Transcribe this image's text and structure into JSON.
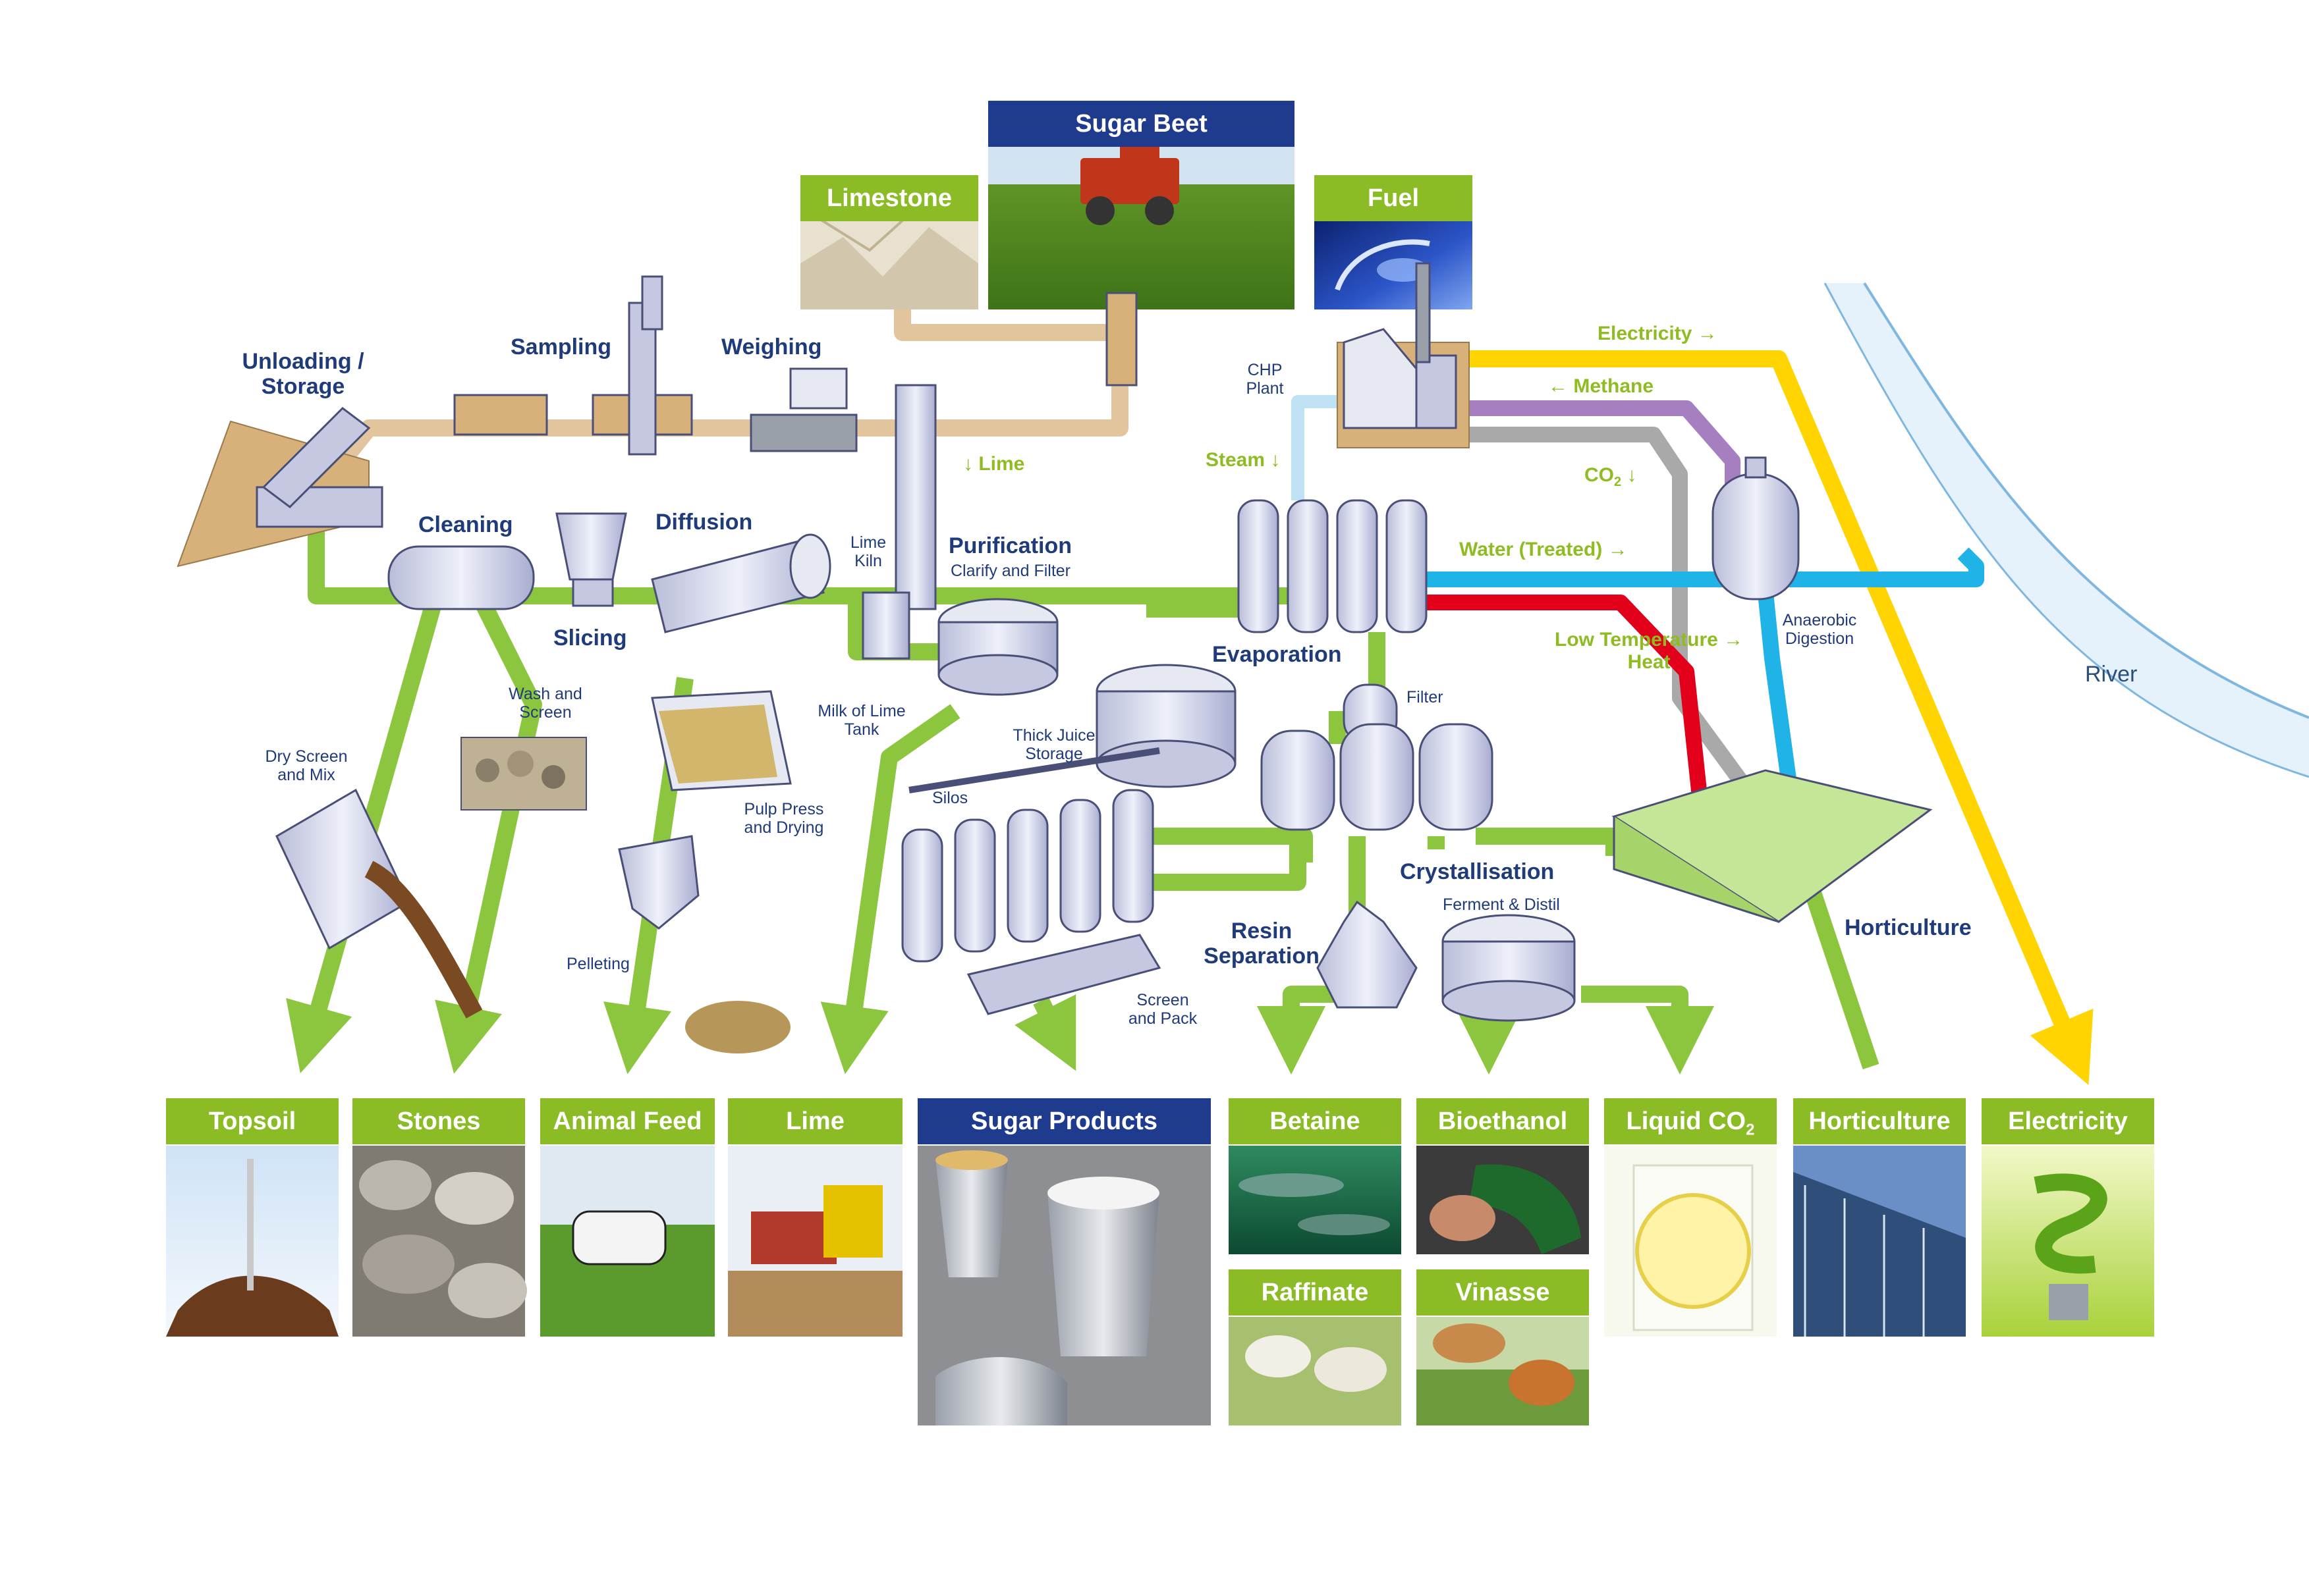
{
  "inputs": {
    "sugar_beet": "Sugar Beet",
    "limestone": "Limestone",
    "fuel": "Fuel"
  },
  "process": {
    "unloading": "Unloading /",
    "storage": "Storage",
    "sampling": "Sampling",
    "weighing": "Weighing",
    "cleaning": "Cleaning",
    "diffusion": "Diffusion",
    "slicing": "Slicing",
    "wash_screen_1": "Wash and",
    "wash_screen_2": "Screen",
    "dry_screen_1": "Dry Screen",
    "dry_screen_2": "and Mix",
    "pulp_press_1": "Pulp Press",
    "pulp_press_2": "and Drying",
    "pelleting": "Pelleting",
    "lime": "Lime",
    "lime_kiln_1": "Lime",
    "lime_kiln_2": "Kiln",
    "purification": "Purification",
    "clarify": "Clarify and Filter",
    "milk_of_lime_1": "Milk of Lime",
    "milk_of_lime_2": "Tank",
    "thick_juice_1": "Thick Juice",
    "thick_juice_2": "Storage",
    "silos": "Silos",
    "screen_pack_1": "Screen",
    "screen_pack_2": "and Pack",
    "evaporation": "Evaporation",
    "filter": "Filter",
    "crystallisation": "Crystallisation",
    "ferment": "Ferment & Distil",
    "resin_1": "Resin",
    "resin_2": "Separation",
    "chp_1": "CHP",
    "chp_2": "Plant",
    "steam": "Steam",
    "electricity": "Electricity",
    "methane": "Methane",
    "co2": "CO",
    "co2_sub": "2",
    "water_treated": "Water (Treated)",
    "low_temp_1": "Low Temperature",
    "low_temp_2": "Heat",
    "anaerobic_1": "Anaerobic",
    "anaerobic_2": "Digestion",
    "horticulture": "Horticulture",
    "river": "River"
  },
  "outputs": {
    "topsoil": "Topsoil",
    "stones": "Stones",
    "animal_feed": "Animal Feed",
    "lime": "Lime",
    "sugar_products": "Sugar Products",
    "betaine": "Betaine",
    "bioethanol": "Bioethanol",
    "liquid_co2": "Liquid CO",
    "liquid_co2_sub": "2",
    "horticulture": "Horticulture",
    "electricity": "Electricity",
    "raffinate": "Raffinate",
    "vinasse": "Vinasse"
  },
  "colors": {
    "green_flow": "#8cc63e",
    "tan_flow": "#e2c59c",
    "yellow_flow": "#ffd400",
    "purple_flow": "#a57fc0",
    "grey_flow": "#a9a9a9",
    "blue_flow": "#1fb3e8",
    "red_flow": "#e2001a",
    "lightblue_flow": "#bfe3f4",
    "header_green": "#8cbc25",
    "header_blue": "#1f3b8e",
    "label_navy": "#1f3b7a",
    "label_green": "#8fbc22"
  }
}
